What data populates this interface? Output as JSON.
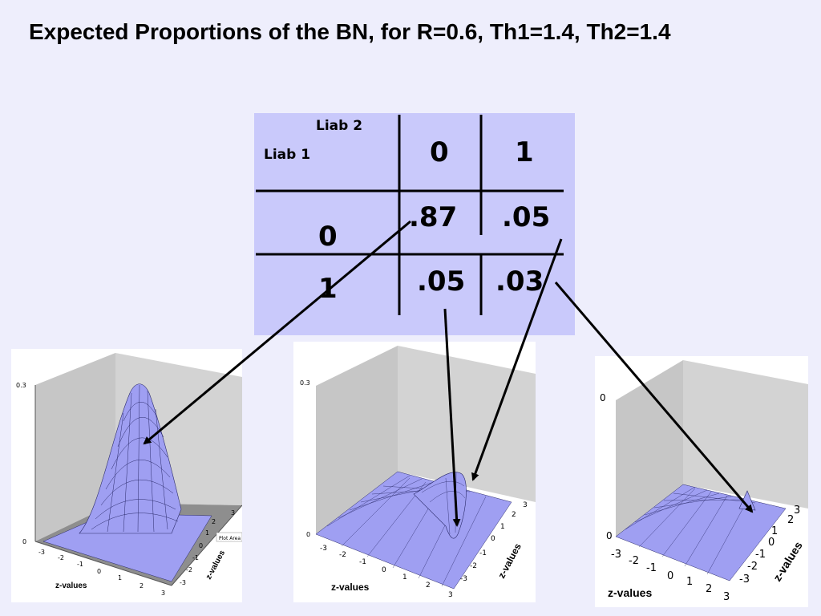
{
  "title": "Expected Proportions of the BN, for R=0.6, Th1=1.4, Th2=1.4",
  "table": {
    "col_header": "Liab 2",
    "row_header": "Liab 1",
    "col_labels": [
      "0",
      "1"
    ],
    "row_labels": [
      "0",
      "1"
    ],
    "cells": [
      [
        ".87",
        ".05"
      ],
      [
        ".05",
        ".03"
      ]
    ]
  },
  "plots": [
    {
      "z_max_label": "0.3",
      "z_min_label": "0",
      "x_label": "z-values",
      "y_label": "z-values",
      "x_ticks": [
        "-3",
        "-2",
        "-1",
        "0",
        "1",
        "2",
        "3"
      ],
      "y_ticks": [
        "-3",
        "-2",
        "-1",
        "0",
        "1",
        "2",
        "3"
      ],
      "tooltip": "Plot Area"
    },
    {
      "z_max_label": "0.3",
      "z_min_label": "0",
      "x_label": "z-values",
      "y_label": "z-values",
      "x_ticks": [
        "-3",
        "-2",
        "-1",
        "0",
        "1",
        "2",
        "3"
      ],
      "y_ticks": [
        "-3",
        "-2",
        "-1",
        "0",
        "1",
        "2",
        "3"
      ]
    },
    {
      "z_max_label": "0",
      "z_min_label": "0",
      "x_label": "z-values",
      "y_label": "z-values",
      "x_ticks": [
        "-3",
        "-2",
        "-1",
        "0",
        "1",
        "2",
        "3"
      ],
      "y_ticks": [
        "-3",
        "-2",
        "-1",
        "0",
        "1",
        "2",
        "3"
      ]
    }
  ],
  "colors": {
    "background": "#eeeefc",
    "table_fill": "#c9c9fb",
    "surface": "#9f9ff2",
    "surface_line": "#2a2a6a",
    "wall": "#c6c6c6",
    "floor": "#8e8e8e"
  }
}
